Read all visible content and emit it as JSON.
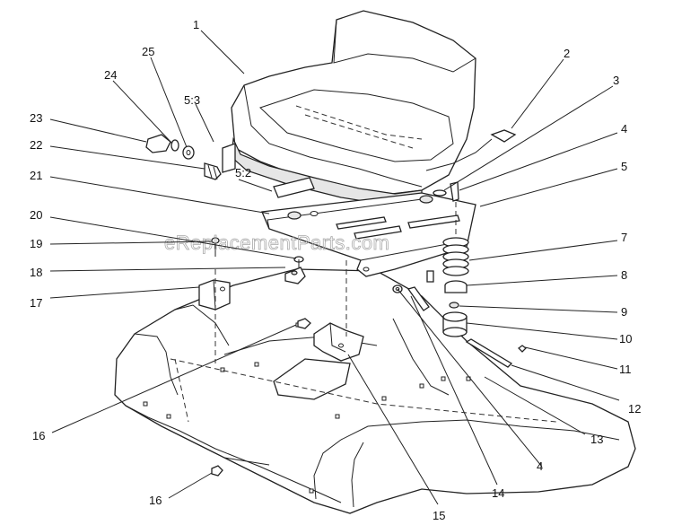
{
  "watermark": "eReplacementParts.com",
  "callouts": {
    "c1": "1",
    "c2": "2",
    "c3": "3",
    "c4a": "4",
    "c5": "5",
    "c53": "5:3",
    "c52": "5:2",
    "c7": "7",
    "c8": "8",
    "c9": "9",
    "c10": "10",
    "c11": "11",
    "c12": "12",
    "c13": "13",
    "c14": "14",
    "c4b": "4",
    "c15": "15",
    "c16a": "16",
    "c16b": "16",
    "c17": "17",
    "c18": "18",
    "c19": "19",
    "c20": "20",
    "c21": "21",
    "c22": "22",
    "c23": "23",
    "c24": "24",
    "c25": "25"
  }
}
